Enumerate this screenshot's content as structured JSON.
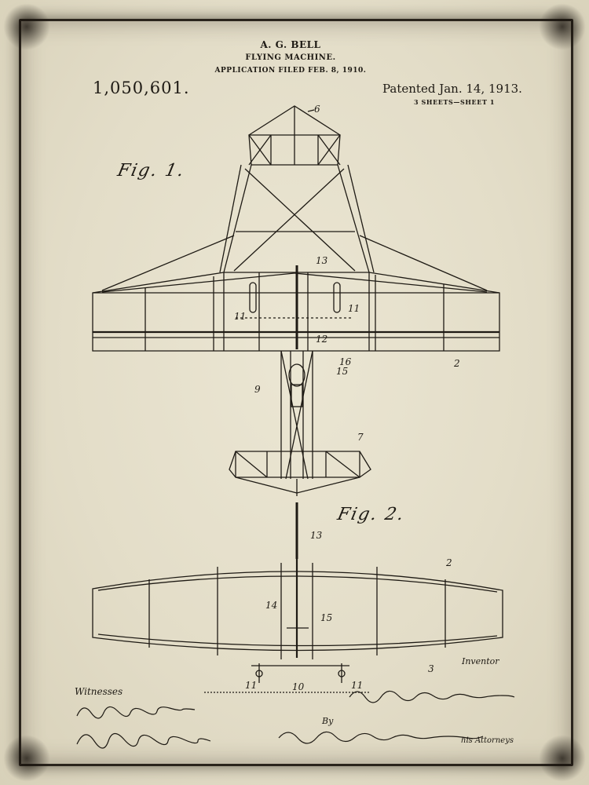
{
  "header": {
    "inventor": "A. G. BELL",
    "title": "FLYING MACHINE.",
    "filed": "APPLICATION FILED FEB. 8, 1910.",
    "patent_number": "1,050,601.",
    "patented": "Patented Jan. 14, 1913.",
    "sheets": "3 SHEETS—SHEET 1"
  },
  "figures": {
    "fig1_label": "Fig. 1.",
    "fig2_label": "Fig. 2."
  },
  "reference_numerals": {
    "fig1": [
      "6",
      "13",
      "11",
      "11",
      "12",
      "16",
      "15",
      "9",
      "2",
      "7"
    ],
    "fig2": [
      "13",
      "2",
      "14",
      "15",
      "3",
      "11",
      "10",
      "11"
    ]
  },
  "signatures": {
    "witnesses_label": "Witnesses",
    "inventor_label": "Inventor",
    "by_label": "By",
    "attorneys_label": "his Attorneys"
  },
  "colors": {
    "paper": "#e9e4d2",
    "ink": "#1e1a14"
  }
}
